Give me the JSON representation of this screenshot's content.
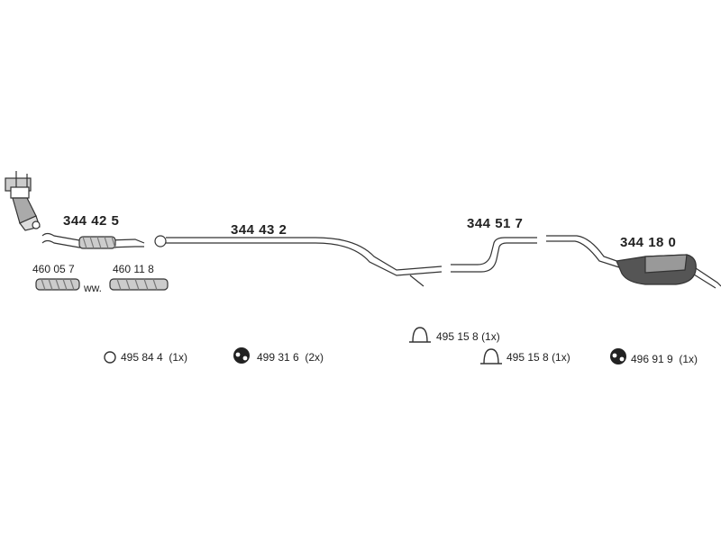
{
  "parts": {
    "front_pipe": "344 42 5",
    "middle_pipe": "344 43 2",
    "intermediate_pipe": "344 51 7",
    "rear_silencer": "344 18 0",
    "flex_a": "460 05 7",
    "flex_b": "460 11 8",
    "ww": "ww."
  },
  "accessories": [
    {
      "code": "495 84 4",
      "qty": "(1x)",
      "icon": "ring-icon"
    },
    {
      "code": "499 31 6",
      "qty": "(2x)",
      "icon": "rubber-mount-icon"
    },
    {
      "code": "495 15 8",
      "qty": "(1x)",
      "icon": "clamp-icon"
    },
    {
      "code": "495 15 8",
      "qty": "(1x)",
      "icon": "clamp-icon"
    },
    {
      "code": "496 91 9",
      "qty": "(1x)",
      "icon": "rubber-mount-icon"
    }
  ],
  "colors": {
    "line": "#333333",
    "fill": "#ffffff",
    "shade": "#888888",
    "dark": "#111111"
  }
}
